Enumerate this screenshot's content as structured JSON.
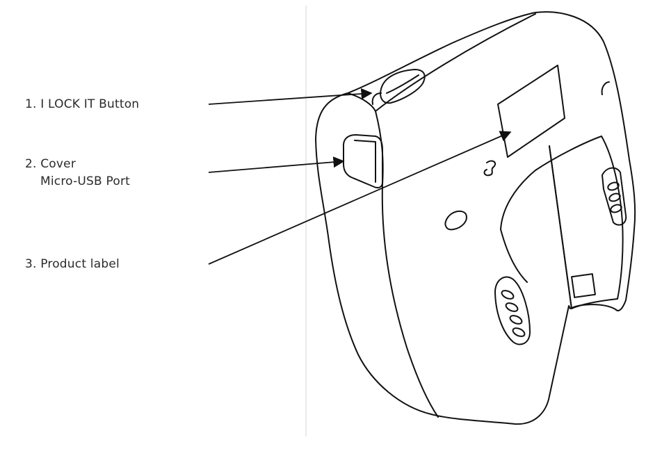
{
  "callouts": [
    {
      "number": "1.",
      "lines": [
        "I LOCK IT Button"
      ]
    },
    {
      "number": "2.",
      "lines": [
        "Cover",
        "Micro-USB Port"
      ]
    },
    {
      "number": "3.",
      "lines": [
        "Product label"
      ]
    }
  ],
  "colors": {
    "ink": "#111111",
    "text": "#2a2a2a",
    "divider": "#d4d4d4",
    "background": "#ffffff"
  }
}
